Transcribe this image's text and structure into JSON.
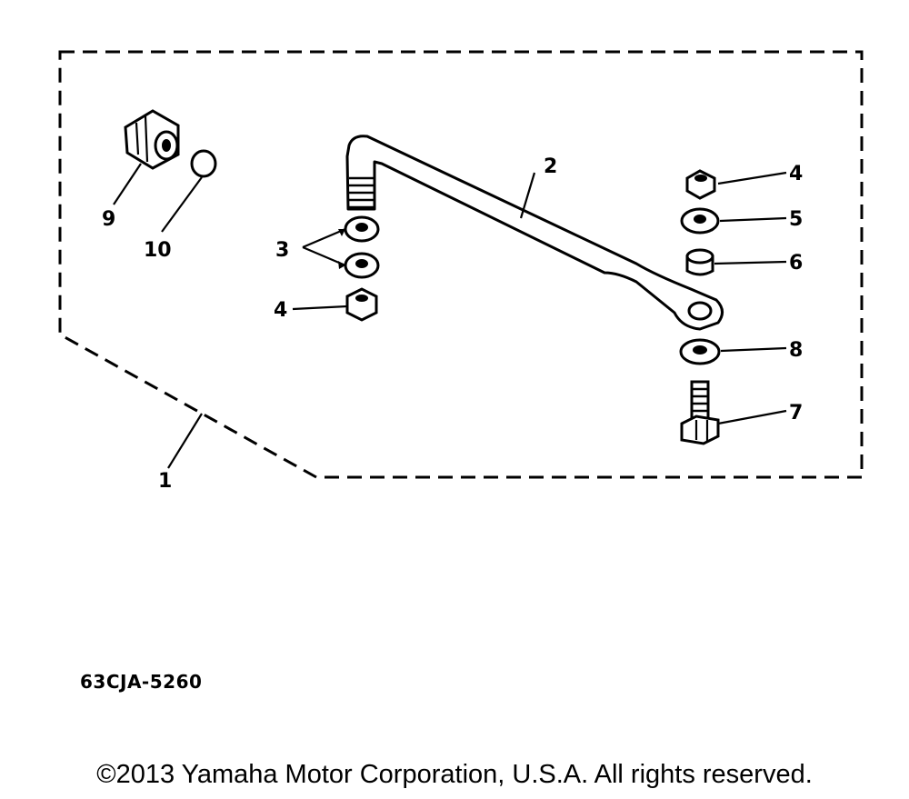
{
  "diagram": {
    "callouts": {
      "c1": "1",
      "c2": "2",
      "c3": "3",
      "c4a": "4",
      "c4b": "4",
      "c5": "5",
      "c6": "6",
      "c7": "7",
      "c8": "8",
      "c9": "9",
      "c10": "10"
    },
    "drawing_code": "63CJA-5260"
  },
  "footer": {
    "copyright": "©2013 Yamaha Motor Corporation, U.S.A. All rights reserved."
  }
}
